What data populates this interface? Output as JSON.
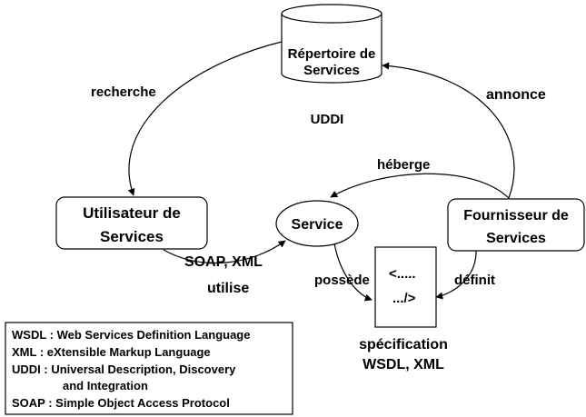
{
  "nodes": {
    "registry": {
      "label_line1": "Répertoire de",
      "label_line2": "Services",
      "caption": "UDDI"
    },
    "consumer": {
      "label_line1": "Utilisateur de",
      "label_line2": "Services"
    },
    "service": {
      "label": "Service"
    },
    "provider": {
      "label_line1": "Fournisseur de",
      "label_line2": "Services"
    },
    "document": {
      "line1": "<.....",
      "line2": ".../>",
      "caption_line1": "spécification",
      "caption_line2": "WSDL, XML"
    }
  },
  "edges": {
    "recherche": "recherche",
    "annonce": "annonce",
    "heberge": "héberge",
    "utilise_protocols": "SOAP, XML",
    "utilise": "utilise",
    "possede": "possède",
    "definit": "définit"
  },
  "legend": [
    {
      "abbr": "WSDL",
      "sep": " : ",
      "text": "Web Services Definition Language"
    },
    {
      "abbr": "XML",
      "sep": " : ",
      "text": "eXtensible Markup Language"
    },
    {
      "abbr": "UDDI",
      "sep": " : ",
      "text": "Universal Description, Discovery"
    },
    {
      "abbr": "",
      "sep": "",
      "text": "and Integration"
    },
    {
      "abbr": "SOAP",
      "sep": " : ",
      "text": "Simple Object Access Protocol"
    }
  ]
}
